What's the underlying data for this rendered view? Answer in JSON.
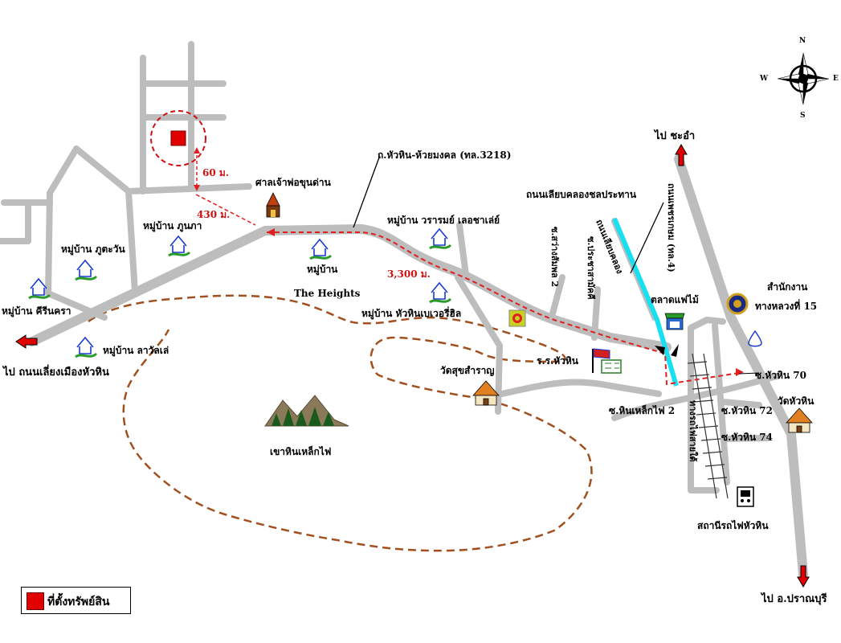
{
  "compass": {
    "n": "N",
    "s": "S",
    "e": "E",
    "w": "W"
  },
  "roads": {
    "main_road": "ถ.หัวหิน-ห้วยมงคล (ทล.3218)",
    "canal_road": "ถนนเลียบคลองชลประทาน",
    "canal_road_vertical": "ถนนเลียบคลอง",
    "phetkasem": "ถนนเพชรเกษม (ทล.4)",
    "soi_huahin_70": "ซ.หัวหิน 70",
    "soi_huahin_72": "ซ.หัวหิน 72",
    "soi_huahin_74": "ซ.หัวหิน 74",
    "soi_hinlekfai_2": "ซ.หินเหล็กไฟ 2",
    "soi_sawang_2": "ซ.สว่างสัมพล 2",
    "soi_prachasamakkhi": "ซ.ประชาสามัคคี",
    "railway": "ทางรถไฟสายใต้"
  },
  "directions": {
    "to_chaam": "ไป ชะอำ",
    "to_pranburi": "ไป อ.ปราณบุรี",
    "to_bypass": "ไป ถนนเลี่ยงเมืองหัวหิน"
  },
  "distances": {
    "d60": "60 ม.",
    "d430": "430 ม.",
    "d3300": "3,300 ม."
  },
  "places": {
    "shrine": "ศาลเจ้าพ่อขุนด่าน",
    "bhubha": "หมู่บ้าน ภูนภา",
    "phutawan": "หมู่บ้าน ภูตะวัน",
    "kirinkra": "หมู่บ้าน คีรีนครา",
    "lawanle": "หมู่บ้าน ลาวัลเล่",
    "heights_a": "หมู่บ้าน",
    "heights_b": "The Heights",
    "waramoe": "หมู่บ้าน วรารมย์ เลอชาเล่ย์",
    "beverly": "หมู่บ้าน หัวหินเบเวอรี่ฮิล",
    "wat_suksamran": "วัดสุขสำราญ",
    "school": "ร.ร.หัวหิน",
    "market": "ตลาดแฟไม้",
    "highway_office_a": "สำนักงาน",
    "highway_office_b": "ทางหลวงที่ 15",
    "wat_huahin": "วัดหัวหิน",
    "station": "สถานีรถไฟหัวหิน",
    "mountain": "เขาหินเหล็กไฟ"
  },
  "legend": {
    "label": "ที่ตั้งทรัพย์สิน",
    "color": "#e00000"
  },
  "colors": {
    "road": "#bdbdbd",
    "route": "#e02020",
    "canal": "#19e0f0",
    "mountain_outline": "#a0501e"
  }
}
